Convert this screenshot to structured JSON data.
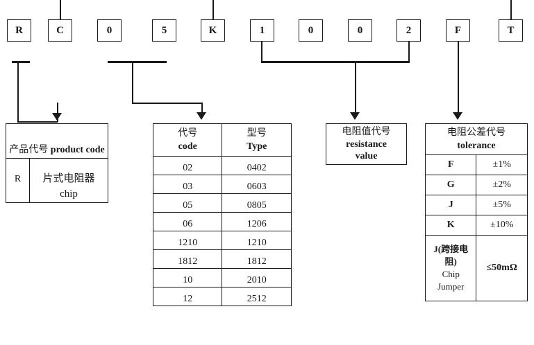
{
  "part_number": {
    "characters": [
      "R",
      "C",
      "0",
      "5",
      "K",
      "1",
      "0",
      "0",
      "2",
      "F",
      "T"
    ]
  },
  "product_code": {
    "header_cn": "产品代号",
    "header_en": "product code",
    "symbol": "R",
    "meaning_cn": "片式电阻器",
    "meaning_en": "chip"
  },
  "code_table": {
    "header_code_cn": "代号",
    "header_code_en": "code",
    "header_type_cn": "型号",
    "header_type_en": "Type",
    "rows": [
      {
        "code": "02",
        "type": "0402"
      },
      {
        "code": "03",
        "type": "0603"
      },
      {
        "code": "05",
        "type": "0805"
      },
      {
        "code": "06",
        "type": "1206"
      },
      {
        "code": "1210",
        "type": "1210"
      },
      {
        "code": "1812",
        "type": "1812"
      },
      {
        "code": "10",
        "type": "2010"
      },
      {
        "code": "12",
        "type": "2512"
      }
    ]
  },
  "resistance_value": {
    "label_cn": "电阻值代号",
    "label_en_line1": "resistance",
    "label_en_line2": "value"
  },
  "tolerance_table": {
    "header_cn": "电阻公差代号",
    "header_en": "tolerance",
    "rows": [
      {
        "symbol": "F",
        "value": "±1%"
      },
      {
        "symbol": "G",
        "value": "±2%"
      },
      {
        "symbol": "J",
        "value": "±5%"
      },
      {
        "symbol": "K",
        "value": "±10%"
      }
    ],
    "jumper_row": {
      "symbol_line1": "J(跨接电",
      "symbol_line2": "阻)",
      "symbol_line3": "Chip",
      "symbol_line4": "Jumper",
      "value": "≤50mΩ"
    }
  },
  "colors": {
    "line": "#1a1a1a",
    "background": "#ffffff"
  }
}
